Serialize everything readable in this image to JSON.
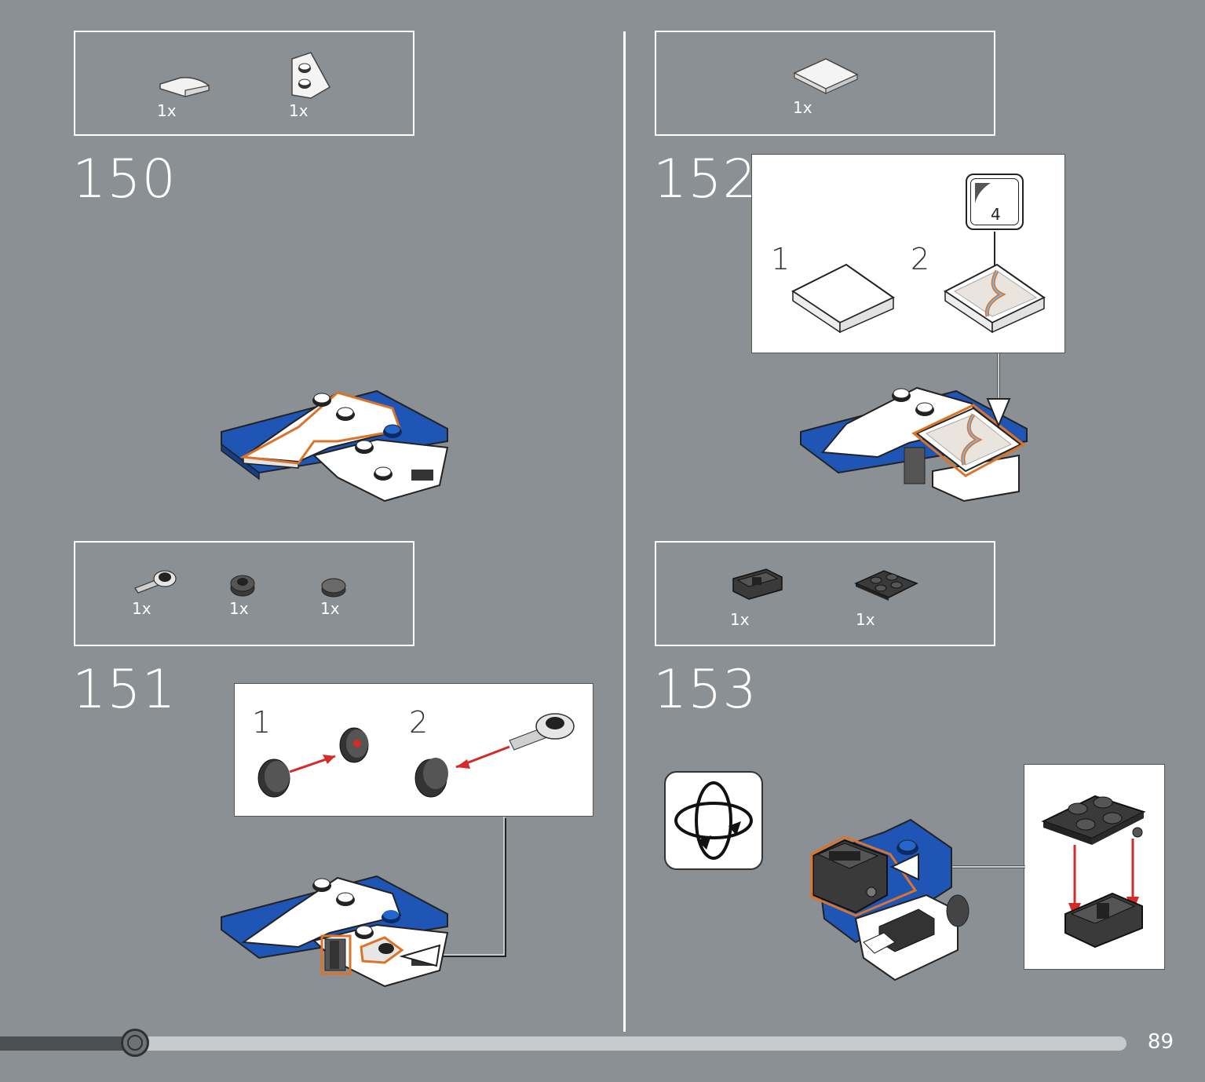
{
  "steps": [
    {
      "number": "150",
      "parts": [
        {
          "qty": "1x",
          "icon": "white-curved-slope-icon"
        },
        {
          "qty": "1x",
          "icon": "white-wedge-plate-icon"
        }
      ]
    },
    {
      "number": "151",
      "parts": [
        {
          "qty": "1x",
          "icon": "gray-arm-clip-icon"
        },
        {
          "qty": "1x",
          "icon": "black-round-plate-icon"
        },
        {
          "qty": "1x",
          "icon": "gray-round-tile-icon"
        }
      ],
      "callout_steps": [
        "1",
        "2"
      ]
    },
    {
      "number": "152",
      "parts": [
        {
          "qty": "1x",
          "icon": "white-tile-icon"
        }
      ],
      "callout_steps": [
        "1",
        "2"
      ],
      "sticker_number": "4"
    },
    {
      "number": "153",
      "parts": [
        {
          "qty": "1x",
          "icon": "black-hinge-icon"
        },
        {
          "qty": "1x",
          "icon": "black-plate-2x2-icon"
        }
      ]
    }
  ],
  "page_number": "89",
  "progress": 0.12,
  "colors": {
    "background": "#8a9093",
    "brick_blue": "#1f56b5",
    "highlight_orange": "#d9742a",
    "arrow_red": "#d42a2a"
  }
}
